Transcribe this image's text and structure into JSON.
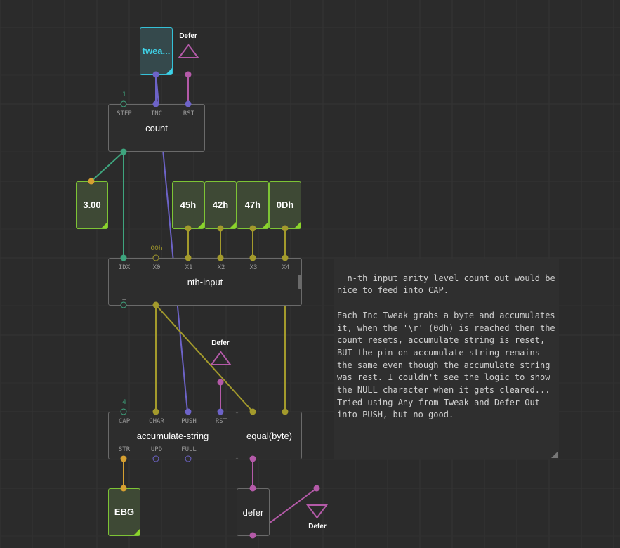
{
  "colors": {
    "background": "#2b2b2b",
    "grid": "#353535",
    "node_border": "#6a6a6a",
    "wire_number": "#3ea57e",
    "wire_byte": "#a39a2c",
    "wire_pulse": "#6d63c8",
    "wire_any": "#b45aa8",
    "wire_string": "#d6a031",
    "constant_border": "#7dc435",
    "tweak_border": "#35c1d8"
  },
  "tweak": {
    "label": "twea..."
  },
  "defers": {
    "label": "Defer"
  },
  "count": {
    "title": "count",
    "pins": {
      "step": "STEP",
      "inc": "INC",
      "rst": "RST"
    },
    "step_value": "1"
  },
  "constants": {
    "number": "3.00",
    "bytes": [
      "45h",
      "42h",
      "47h",
      "0Dh"
    ],
    "string": "EBG"
  },
  "nth_input": {
    "title": "nth-input",
    "pins": {
      "idx": "IDX",
      "x0": "X0",
      "x1": "X1",
      "x2": "X2",
      "x3": "X3",
      "x4": "X4"
    },
    "x0_value": "00h",
    "output_label": "–"
  },
  "accumulate": {
    "title": "accumulate-string",
    "inputs": {
      "cap": "CAP",
      "char": "CHAR",
      "push": "PUSH",
      "rst": "RST"
    },
    "outputs": {
      "str": "STR",
      "upd": "UPD",
      "full": "FULL"
    },
    "cap_value": "4"
  },
  "equal": {
    "title": "equal(byte)"
  },
  "defer_node": {
    "title": "defer"
  },
  "comment": {
    "text": "n-th input arity level count out would be nice to feed into CAP.\n\nEach Inc Tweak grabs a byte and accumulates it, when the '\\r' (0dh) is reached then the count resets, accumulate string is reset, BUT the pin on accumulate string remains the same even though the accumulate string was rest. I couldn't see the logic to show the NULL character when it gets cleared... Tried using Any from Tweak and Defer Out into PUSH, but no good."
  }
}
